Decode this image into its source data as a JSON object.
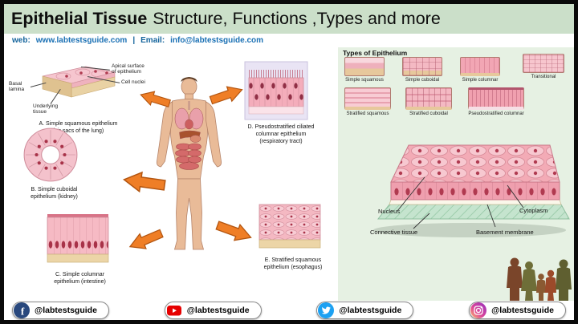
{
  "header": {
    "title_bold": "Epithelial Tissue",
    "title_rest": "Structure, Functions ,Types and more"
  },
  "contact": {
    "web_label": "web:",
    "web_url": "www.labtestsguide.com",
    "divider": "|",
    "email_label": "Email:",
    "email": "info@labtestsguide.com"
  },
  "anatomy": {
    "annotations": {
      "apical_line1": "Apical surface",
      "apical_line2": "of epithelium",
      "cell_nuclei": "Cell nuclei",
      "basal_line1": "Basal",
      "basal_line2": "lamina",
      "underlying_line1": "Underlying",
      "underlying_line2": "tissue"
    },
    "items": [
      {
        "id": "A",
        "line1": "A. Simple squamous epithelium",
        "line2": "(air sacs of the lung)"
      },
      {
        "id": "B",
        "line1": "B. Simple cuboidal",
        "line2": "epithelium (kidney)"
      },
      {
        "id": "C",
        "line1": "C. Simple columnar",
        "line2": "epithelium (intestine)"
      },
      {
        "id": "D",
        "line1": "D. Pseudostratified ciliated",
        "line2": "columnar epithelium",
        "line3": "(respiratory tract)"
      },
      {
        "id": "E",
        "line1": "E. Stratified squamous",
        "line2": "epithelium (esophagus)"
      }
    ]
  },
  "types_panel": {
    "title": "Types of Epithelium",
    "row1": [
      "Simple squamous",
      "Simple cuboidal",
      "Simple columnar",
      "Transitional"
    ],
    "row2": [
      "Stratified squamous",
      "Stratified cuboidal",
      "Pseudostratified columnar"
    ]
  },
  "tissue_block": {
    "labels": {
      "nucleus": "Nucleus",
      "cytoplasm": "Cytoplasm",
      "connective": "Connective tissue",
      "basement": "Basement membrane"
    }
  },
  "social": {
    "items": [
      {
        "platform": "facebook",
        "icon_letter": "f",
        "handle": "@labtestsguide"
      },
      {
        "platform": "youtube",
        "handle": "@labtestsguide"
      },
      {
        "platform": "twitter",
        "handle": "@labtestsguide"
      },
      {
        "platform": "instagram",
        "handle": "@labtestsguide"
      }
    ]
  },
  "colors": {
    "header_bg": "#cbdfc9",
    "link_blue": "#1a70b4",
    "arrow_orange": "#ef7e26",
    "panel_green": "#e6f1e3",
    "tissue_pink": "#f4adbb"
  }
}
